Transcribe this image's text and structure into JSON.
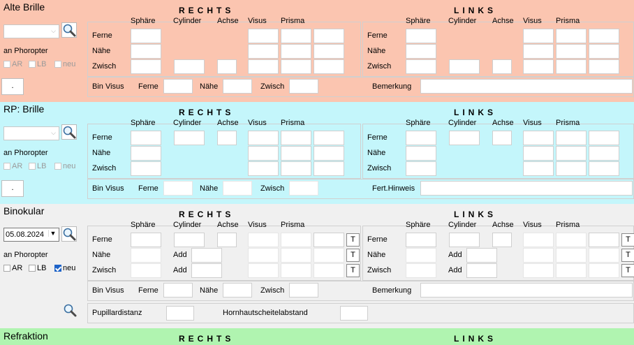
{
  "headers": {
    "rechts": "RECHTS",
    "links": "LINKS",
    "sphaere": "Sphäre",
    "cylinder": "Cylinder",
    "achse": "Achse",
    "visus": "Visus",
    "prisma": "Prisma"
  },
  "rows": {
    "ferne": "Ferne",
    "naehe": "Nähe",
    "zwisch": "Zwisch"
  },
  "common": {
    "an_phoropter": "an Phoropter",
    "ar": "AR",
    "lb": "LB",
    "neu": "neu",
    "bin_visus": "Bin Visus",
    "ferne": "Ferne",
    "naehe": "Nähe",
    "zwisch": "Zwisch",
    "dot_button": ".",
    "t_button": "T",
    "add": "Add"
  },
  "sections": {
    "alte_brille": {
      "title": "Alte Brille",
      "remark_label": "Bemerkung"
    },
    "rp_brille": {
      "title": "RP: Brille",
      "remark_label": "Fert.Hinweis"
    },
    "binokular": {
      "title": "Binokular",
      "date": "05.08.2024",
      "remark_label": "Bemerkung",
      "pupillardistanz": "Pupillardistanz",
      "hornhaut": "Hornhautscheitelabstand"
    },
    "refraktion": {
      "title": "Refraktion"
    }
  },
  "colors": {
    "alte_brille_bg": "#fbc5b0",
    "rp_brille_bg": "#c4f6fb",
    "binokular_bg": "#f0f0f0",
    "refraktion_bg": "#b0f4b0",
    "checked": "#1e63c8"
  },
  "icons": {
    "search": "magnifier-icon",
    "dropdown": "chevron-down-icon"
  }
}
